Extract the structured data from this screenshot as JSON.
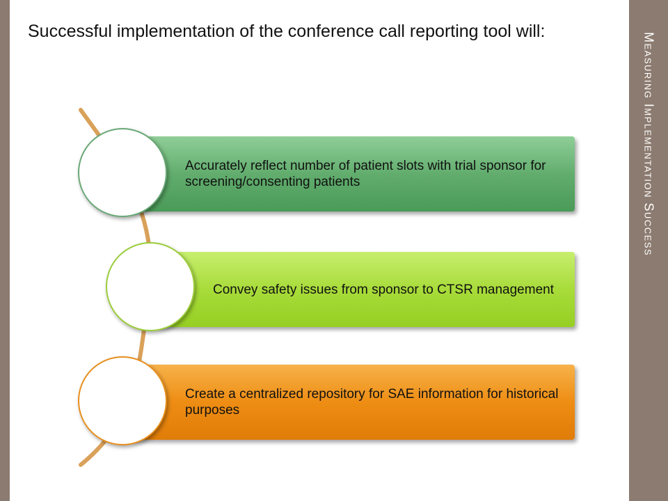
{
  "slide": {
    "heading": "Successful implementation of the conference call reporting tool will:",
    "side_title": "Measuring Implementation Success",
    "items": [
      {
        "text": "Accurately reflect number of patient slots with trial sponsor for screening/consenting patients",
        "color": "#62ad6e"
      },
      {
        "text": "Convey safety issues from sponsor to CTSR management",
        "color": "#a8dc3a"
      },
      {
        "text": "Create a centralized repository for SAE information for historical  purposes",
        "color": "#ee8d14"
      }
    ],
    "colors": {
      "side_panel": "#8c7b70",
      "curve": "#d9a15a"
    }
  }
}
